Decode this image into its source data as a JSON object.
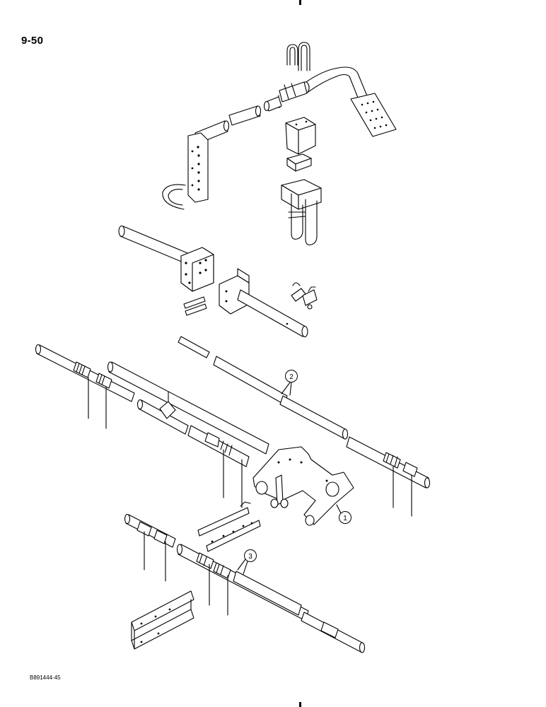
{
  "page": {
    "number": "9-50",
    "figure_code": "B891444-45"
  },
  "callouts": [
    {
      "label": "1",
      "name": "callout-1"
    },
    {
      "label": "2",
      "name": "callout-2"
    },
    {
      "label": "3",
      "name": "callout-3"
    }
  ]
}
